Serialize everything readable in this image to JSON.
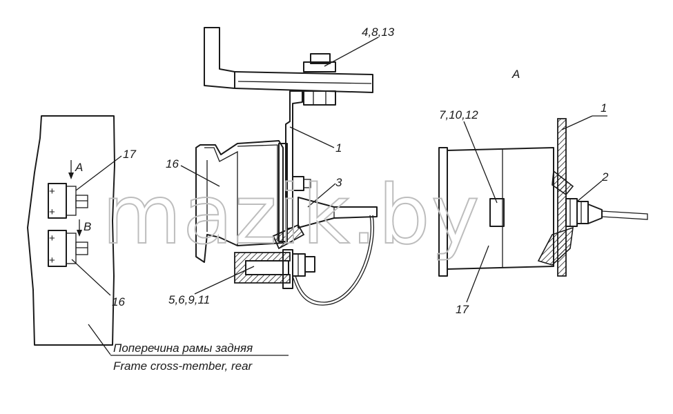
{
  "watermark": "mazik.by",
  "view_label": "A",
  "left_view": {
    "arrow_a": "A",
    "arrow_b": "B",
    "callout_17": "17",
    "callout_16": "16",
    "caption_ru": "Поперечина рамы задняя",
    "caption_en": "Frame cross-member, rear"
  },
  "middle_view": {
    "callout_4_8_13": "4,8,13",
    "callout_1": "1",
    "callout_3": "3",
    "callout_16": "16",
    "callout_5_6_9_11": "5,6,9,11"
  },
  "right_view": {
    "callout_7_10_12": "7,10,12",
    "callout_1": "1",
    "callout_2": "2",
    "callout_17": "17"
  },
  "colors": {
    "ink": "#1a1a1a",
    "watermark": "#bdbdbd",
    "background": "#ffffff"
  }
}
